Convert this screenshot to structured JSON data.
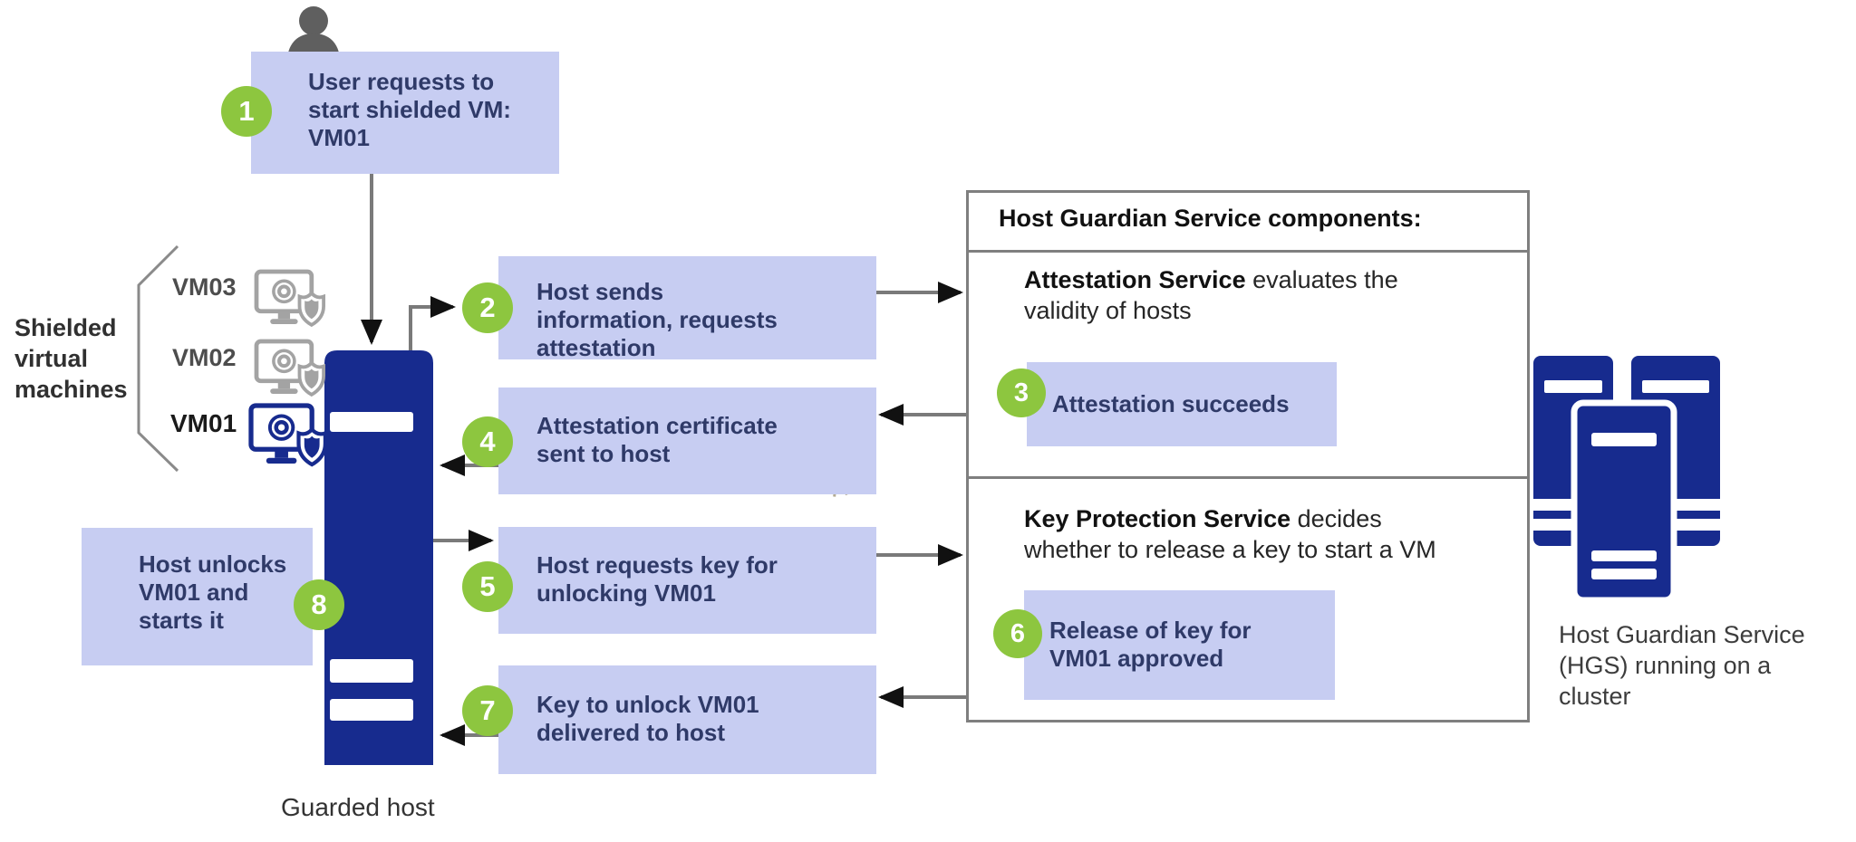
{
  "left": {
    "group_label": "Shielded virtual machines",
    "vm_labels": [
      "VM03",
      "VM02",
      "VM01"
    ],
    "host_label": "Guarded host"
  },
  "steps": [
    {
      "num": "1",
      "text": "User requests to start shielded VM: VM01"
    },
    {
      "num": "2",
      "text": "Host sends information, requests attestation"
    },
    {
      "num": "3",
      "text": "Attestation succeeds"
    },
    {
      "num": "4",
      "text": "Attestation certificate sent to host"
    },
    {
      "num": "5",
      "text": "Host requests key for unlocking VM01"
    },
    {
      "num": "6",
      "text": "Release of key for VM01 approved"
    },
    {
      "num": "7",
      "text": "Key to unlock VM01 delivered to host"
    },
    {
      "num": "8",
      "text": "Host unlocks VM01 and starts it"
    }
  ],
  "hgs_panel": {
    "header": "Host Guardian Service components:",
    "attestation": {
      "service": "Attestation Service",
      "description": " evaluates the validity of hosts"
    },
    "key_protection": {
      "service": "Key Protection Service",
      "description": " decides whether to release a key to start a VM"
    }
  },
  "cluster_label": "Host Guardian Service (HGS) running on a cluster",
  "icons": {
    "user": "user-icon",
    "shielded_vm": "shielded-vm-icon",
    "document": "document-icon",
    "certificate": "certificate-icon",
    "key": "key-icon",
    "documents_stack": "documents-stack-icon",
    "keys_trio": "keys-icon",
    "guarded_host": "server-tower-icon",
    "hgs_cluster": "server-cluster-icon"
  },
  "colors": {
    "navy": "#172B8E",
    "lavender": "#C7CDF2",
    "green": "#8DC63F",
    "arrow_gray": "#7A7A7A",
    "arrowhead": "#111111",
    "panel_border": "#7F7F7F",
    "box_text": "#2F3A68"
  }
}
